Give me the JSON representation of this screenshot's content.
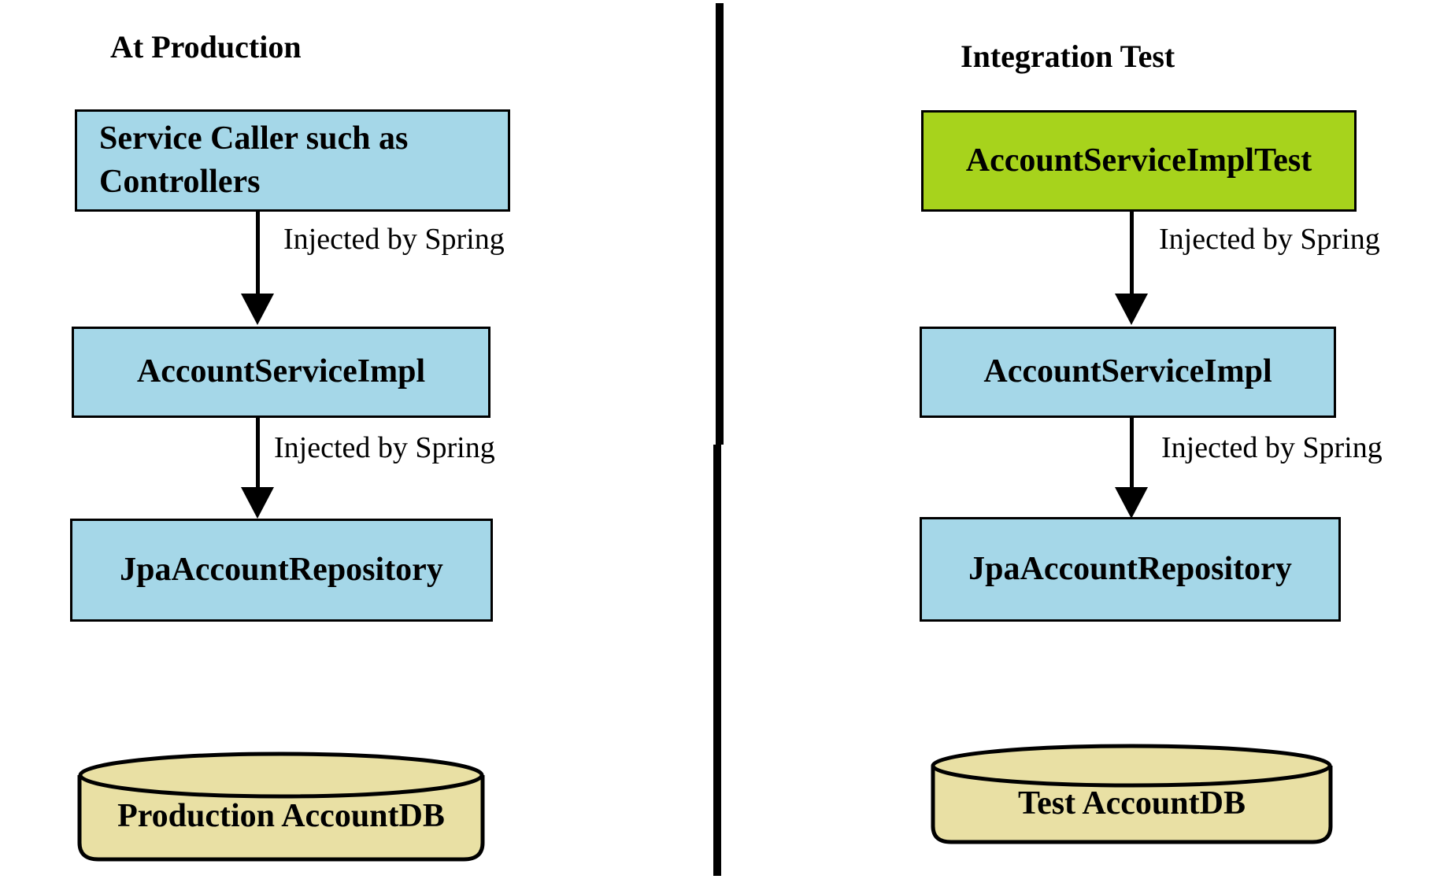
{
  "colors": {
    "box_blue": "#a5d7e8",
    "box_green": "#a7d31c",
    "database_tan": "#e9e0a4",
    "line_black": "#000000",
    "background": "#ffffff"
  },
  "columns": [
    {
      "title": "At Production",
      "nodes": [
        {
          "label": "Service Caller such as\nControllers",
          "fill": "#a5d7e8"
        },
        {
          "label": "AccountServiceImpl",
          "fill": "#a5d7e8"
        },
        {
          "label": "JpaAccountRepository",
          "fill": "#a5d7e8"
        }
      ],
      "edges": [
        {
          "label": "Injected by Spring"
        },
        {
          "label": "Injected by Spring"
        }
      ],
      "database": {
        "label": "Production AccountDB",
        "fill": "#e9e0a4"
      }
    },
    {
      "title": "Integration Test",
      "nodes": [
        {
          "label": "AccountServiceImplTest",
          "fill": "#a7d31c"
        },
        {
          "label": "AccountServiceImpl",
          "fill": "#a5d7e8"
        },
        {
          "label": "JpaAccountRepository",
          "fill": "#a5d7e8"
        }
      ],
      "edges": [
        {
          "label": "Injected by Spring"
        },
        {
          "label": "Injected by Spring"
        }
      ],
      "database": {
        "label": "Test AccountDB",
        "fill": "#e9e0a4"
      }
    }
  ]
}
